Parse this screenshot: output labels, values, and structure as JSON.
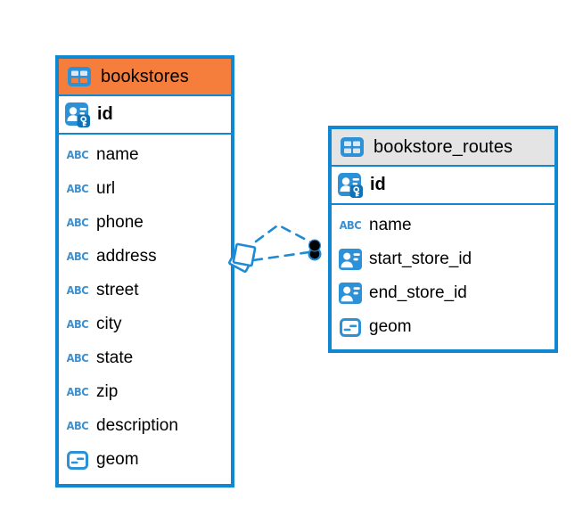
{
  "diagram": {
    "type": "entity-relationship",
    "background": "#ffffff"
  },
  "colors": {
    "table_border_blue": "#1087D2",
    "icon_blue": "#2D91D8",
    "selected_header_orange": "#F57E3C",
    "header_gray": "#E4E4E4",
    "relationship_line_blue": "#1E8BD4",
    "endpoint_dot_black": "#000000",
    "text_black": "#000000"
  },
  "icons": {
    "table_icon": "table-grid-icon",
    "primary_key_icon": "person-key-icon",
    "foreign_key_icon": "person-card-icon",
    "text_type_glyph": "ABC",
    "geometry_icon": "geometry-line-icon"
  },
  "tables": [
    {
      "title": "bookstores",
      "header_color": "#F57E3C",
      "selected": true,
      "primary_key": {
        "name": "id",
        "icon": "person-key-icon"
      },
      "columns": [
        {
          "name": "name",
          "type": "text",
          "icon": "abc-icon"
        },
        {
          "name": "url",
          "type": "text",
          "icon": "abc-icon"
        },
        {
          "name": "phone",
          "type": "text",
          "icon": "abc-icon"
        },
        {
          "name": "address",
          "type": "text",
          "icon": "abc-icon"
        },
        {
          "name": "street",
          "type": "text",
          "icon": "abc-icon"
        },
        {
          "name": "city",
          "type": "text",
          "icon": "abc-icon"
        },
        {
          "name": "state",
          "type": "text",
          "icon": "abc-icon"
        },
        {
          "name": "zip",
          "type": "text",
          "icon": "abc-icon"
        },
        {
          "name": "description",
          "type": "text",
          "icon": "abc-icon"
        },
        {
          "name": "geom",
          "type": "geometry",
          "icon": "geometry-line-icon"
        }
      ]
    },
    {
      "title": "bookstore_routes",
      "header_color": "#E4E4E4",
      "selected": false,
      "primary_key": {
        "name": "id",
        "icon": "person-key-icon"
      },
      "columns": [
        {
          "name": "name",
          "type": "text",
          "icon": "abc-icon"
        },
        {
          "name": "start_store_id",
          "type": "fk",
          "icon": "person-card-icon"
        },
        {
          "name": "end_store_id",
          "type": "fk",
          "icon": "person-card-icon"
        },
        {
          "name": "geom",
          "type": "geometry",
          "icon": "geometry-line-icon"
        }
      ]
    }
  ],
  "relationships": [
    {
      "from_table": "bookstores",
      "from_column": "id",
      "to_table": "bookstore_routes",
      "to_column": "start_store_id",
      "line_style": "dashed"
    },
    {
      "from_table": "bookstores",
      "from_column": "id",
      "to_table": "bookstore_routes",
      "to_column": "end_store_id",
      "line_style": "dashed"
    }
  ]
}
